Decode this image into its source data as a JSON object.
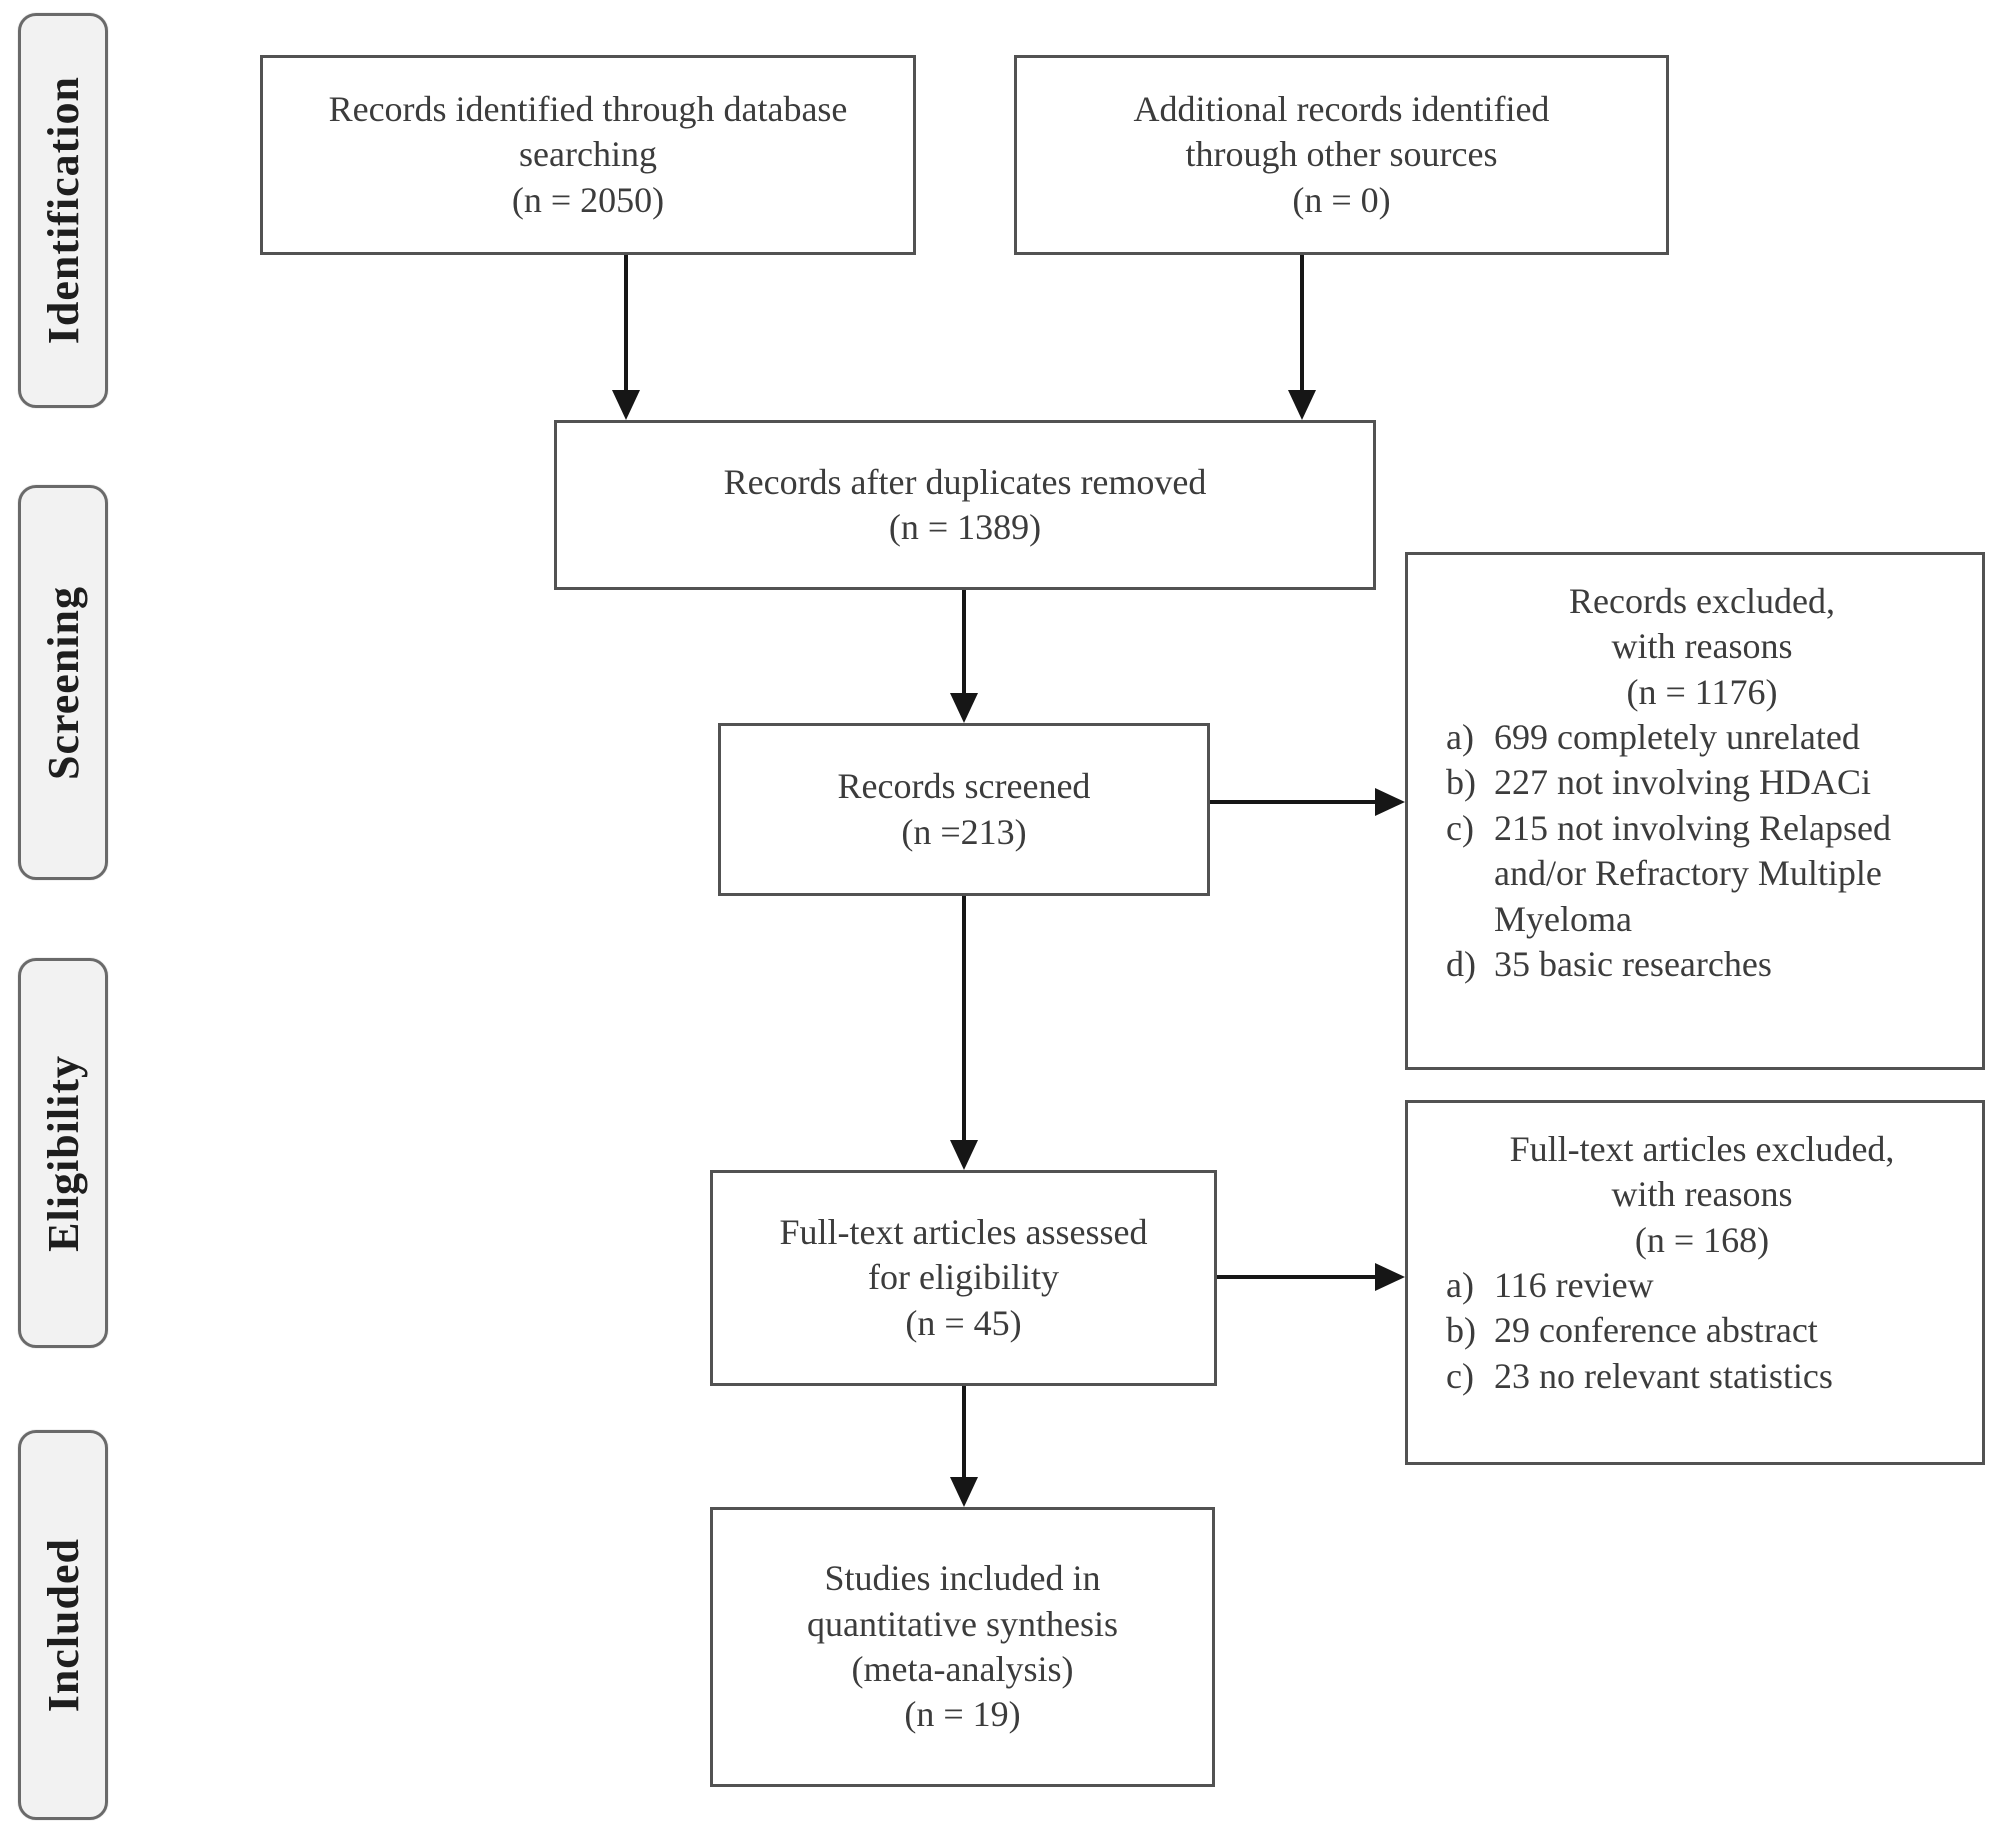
{
  "stages": [
    {
      "label": "Identification"
    },
    {
      "label": "Screening"
    },
    {
      "label": "Eligibility"
    },
    {
      "label": "Included"
    }
  ],
  "boxes": {
    "records_identified": {
      "text": "Records identified through database\nsearching\n(n = 2050)"
    },
    "additional_records": {
      "text": "Additional records identified\nthrough other sources\n(n = 0)"
    },
    "duplicates_removed": {
      "text": "Records after duplicates removed\n(n = 1389)"
    },
    "records_screened": {
      "text": "Records screened\n(n =213)"
    },
    "records_excluded": {
      "title": "Records excluded,\nwith reasons\n(n = 1176)",
      "reasons": [
        {
          "marker": "a)",
          "text": "699 completely unrelated"
        },
        {
          "marker": "b)",
          "text": "227 not involving HDACi"
        },
        {
          "marker": "c)",
          "text": "215 not involving Relapsed and/or Refractory Multiple Myeloma"
        },
        {
          "marker": "d)",
          "text": "35 basic researches"
        }
      ]
    },
    "fulltext_assessed": {
      "text": "Full-text articles assessed\nfor eligibility\n(n = 45)"
    },
    "fulltext_excluded": {
      "title": "Full-text articles excluded,\nwith reasons\n(n = 168)",
      "reasons": [
        {
          "marker": "a)",
          "text": "116 review"
        },
        {
          "marker": "b)",
          "text": "29 conference abstract"
        },
        {
          "marker": "c)",
          "text": "23 no relevant statistics"
        }
      ]
    },
    "studies_included": {
      "text": "Studies included in\nquantitative synthesis\n(meta-analysis)\n(n = 19)"
    }
  },
  "colors": {
    "background": "#ffffff",
    "box_border": "#525252",
    "stage_fill": "#f2f2f2",
    "stage_border": "#6a6a6a",
    "text": "#3c3c3c",
    "arrow": "#161616"
  }
}
